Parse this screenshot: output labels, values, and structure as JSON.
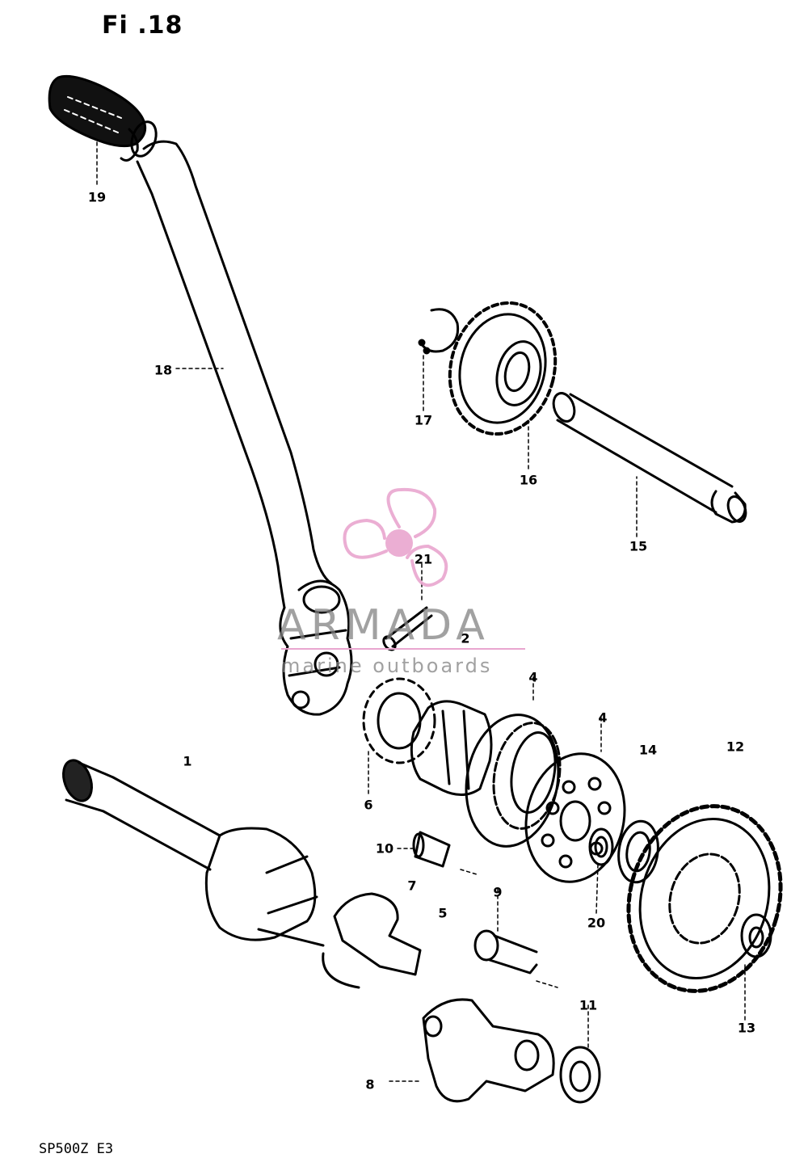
{
  "figure": {
    "title": "Fi .18",
    "model": "SP500Z E3"
  },
  "watermark": {
    "name": "ARMADA",
    "tagline": "marine outboards",
    "logo_icon": "propeller-icon",
    "color": "#e9a6cf"
  },
  "callouts": [
    "1",
    "2",
    "4",
    "4",
    "6",
    "7",
    "5",
    "8",
    "9",
    "10",
    "11",
    "12",
    "13",
    "14",
    "15",
    "16",
    "17",
    "18",
    "19",
    "20",
    "21"
  ]
}
